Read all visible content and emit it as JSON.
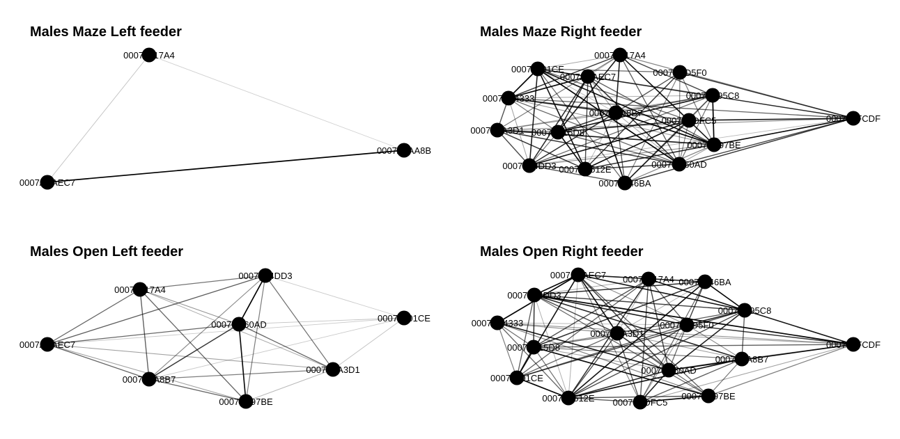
{
  "panels": [
    {
      "title": "Males Maze Left feeder",
      "nodes": [
        {
          "id": "A",
          "label": "00070017A4"
        },
        {
          "id": "B",
          "label": "0007A8AA8B"
        },
        {
          "id": "C",
          "label": "0007AAAEC7"
        }
      ],
      "edges": [
        {
          "s": "A",
          "t": "C",
          "w": 0.15
        },
        {
          "s": "C",
          "t": "B",
          "w": 1.0
        },
        {
          "s": "A",
          "t": "B",
          "w": 0.1
        }
      ]
    },
    {
      "title": "Males Maze Right feeder",
      "nodes": [
        {
          "id": "n17A4",
          "label": "00070017A4"
        },
        {
          "id": "n1CE",
          "label": "00070001CE"
        },
        {
          "id": "nAEC7",
          "label": "0007AAAEC7"
        },
        {
          "id": "nD5F0",
          "label": "00070CD5F0"
        },
        {
          "id": "n4333",
          "label": "00070D4333"
        },
        {
          "id": "n95C8",
          "label": "00070C95C8"
        },
        {
          "id": "nA8B7",
          "label": "00070AA8B7"
        },
        {
          "id": "nDFC5",
          "label": "00070BDFC5"
        },
        {
          "id": "nDF",
          "label": "000700FCDF"
        },
        {
          "id": "nA3D1",
          "label": "00070EA3D1"
        },
        {
          "id": "n15D8",
          "label": "00070B15D8"
        },
        {
          "id": "n97BE",
          "label": "00070D97BE"
        },
        {
          "id": "n4DD3",
          "label": "00070F4DD3"
        },
        {
          "id": "n512E",
          "label": "00070A512E"
        },
        {
          "id": "n60AD",
          "label": "0007CB60AD"
        },
        {
          "id": "n46BA",
          "label": "00070946BA"
        }
      ],
      "edges": []
    },
    {
      "title": "Males Open Left feeder",
      "nodes": [
        {
          "id": "n4DD3",
          "label": "00070F4DD3"
        },
        {
          "id": "n17A4",
          "label": "00070017A4"
        },
        {
          "id": "n1CE",
          "label": "00070001CE"
        },
        {
          "id": "n60AD",
          "label": "0007CB60AD"
        },
        {
          "id": "nAEC7",
          "label": "0007AAAEC7"
        },
        {
          "id": "nA3D1",
          "label": "00070EA3D1"
        },
        {
          "id": "nA8B7",
          "label": "00070AA8B7"
        },
        {
          "id": "n97BE",
          "label": "00070D97BE"
        }
      ],
      "edges": [
        {
          "s": "n17A4",
          "t": "n4DD3",
          "w": 0.5
        },
        {
          "s": "n17A4",
          "t": "n60AD",
          "w": 0.35
        },
        {
          "s": "n17A4",
          "t": "nAEC7",
          "w": 0.55
        },
        {
          "s": "n17A4",
          "t": "nA8B7",
          "w": 0.6
        },
        {
          "s": "n17A4",
          "t": "n97BE",
          "w": 0.55
        },
        {
          "s": "n17A4",
          "t": "nA3D1",
          "w": 0.25
        },
        {
          "s": "n4DD3",
          "t": "n60AD",
          "w": 1.0
        },
        {
          "s": "n4DD3",
          "t": "nAEC7",
          "w": 0.6
        },
        {
          "s": "n4DD3",
          "t": "nA3D1",
          "w": 0.5
        },
        {
          "s": "n4DD3",
          "t": "nA8B7",
          "w": 0.4
        },
        {
          "s": "n4DD3",
          "t": "n97BE",
          "w": 0.45
        },
        {
          "s": "n4DD3",
          "t": "n1CE",
          "w": 0.12
        },
        {
          "s": "n60AD",
          "t": "nAEC7",
          "w": 0.55
        },
        {
          "s": "n60AD",
          "t": "nA8B7",
          "w": 0.75
        },
        {
          "s": "n60AD",
          "t": "n97BE",
          "w": 0.95
        },
        {
          "s": "n60AD",
          "t": "nA3D1",
          "w": 0.55
        },
        {
          "s": "n60AD",
          "t": "n1CE",
          "w": 0.15
        },
        {
          "s": "nAEC7",
          "t": "nA8B7",
          "w": 0.55
        },
        {
          "s": "nAEC7",
          "t": "nA3D1",
          "w": 0.3
        },
        {
          "s": "nAEC7",
          "t": "n97BE",
          "w": 0.3
        },
        {
          "s": "nAEC7",
          "t": "n1CE",
          "w": 0.12
        },
        {
          "s": "nA8B7",
          "t": "n97BE",
          "w": 0.55
        },
        {
          "s": "nA8B7",
          "t": "nA3D1",
          "w": 0.45
        },
        {
          "s": "nA8B7",
          "t": "n1CE",
          "w": 0.12
        },
        {
          "s": "n97BE",
          "t": "nA3D1",
          "w": 0.2
        },
        {
          "s": "nA3D1",
          "t": "n1CE",
          "w": 0.15
        }
      ]
    },
    {
      "title": "Males Open Right feeder",
      "nodes": [
        {
          "id": "nAEC7",
          "label": "0007AAAEC7"
        },
        {
          "id": "n17A4",
          "label": "00070017A4"
        },
        {
          "id": "n46BA",
          "label": "00070946BA"
        },
        {
          "id": "n4DD3",
          "label": "00070F4DD3"
        },
        {
          "id": "n95C8",
          "label": "00070C95C8"
        },
        {
          "id": "n4333",
          "label": "00070D4333"
        },
        {
          "id": "nA3D1",
          "label": "00070EA3D1"
        },
        {
          "id": "nD5F0",
          "label": "00070CD5F0"
        },
        {
          "id": "n15D8",
          "label": "00070B15D8"
        },
        {
          "id": "nDF",
          "label": "000700FCDF"
        },
        {
          "id": "nA8B7",
          "label": "00070AA8B7"
        },
        {
          "id": "n60AD",
          "label": "0007CB60AD"
        },
        {
          "id": "n1CE",
          "label": "00070001CE"
        },
        {
          "id": "n97BE",
          "label": "00070D97BE"
        },
        {
          "id": "n512E",
          "label": "00070A512E"
        },
        {
          "id": "nDFC5",
          "label": "00070BDFC5"
        }
      ],
      "edges": []
    }
  ],
  "style": {
    "node_color": "#000000",
    "edge_color": "#000000",
    "background": "#ffffff"
  }
}
